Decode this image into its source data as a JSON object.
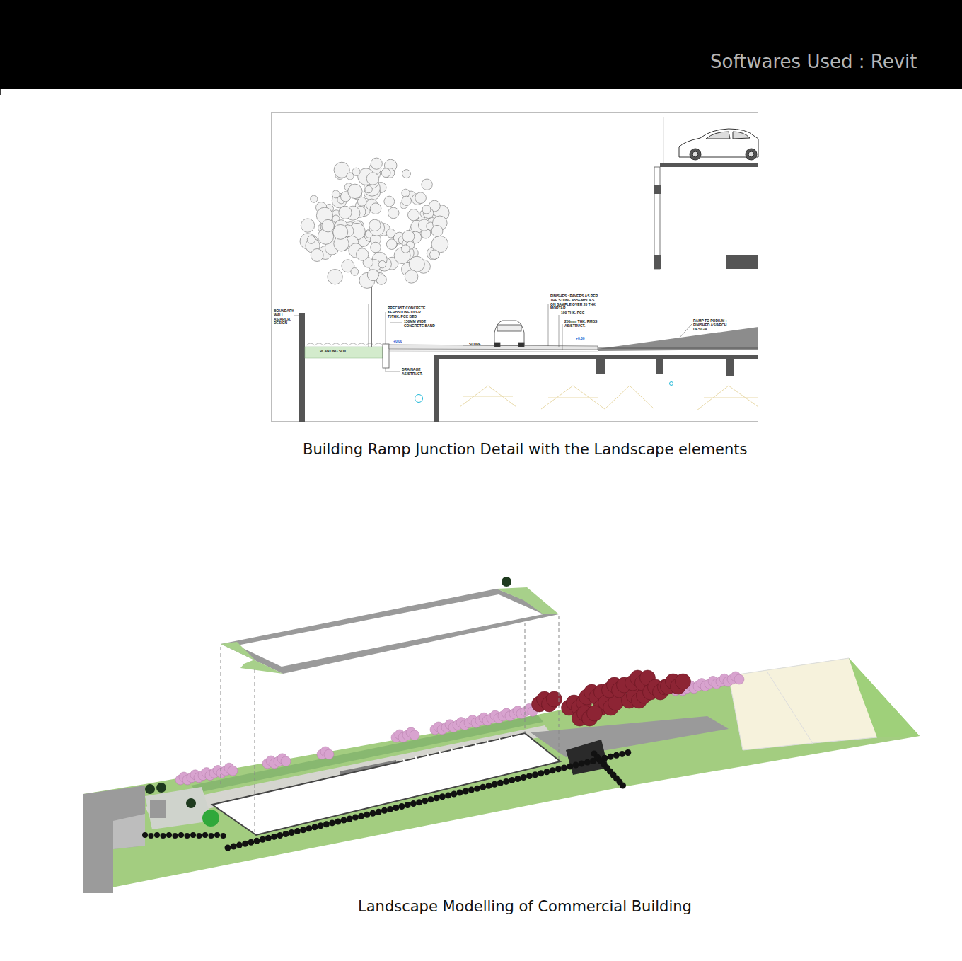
{
  "diagram": {
    "title": "Softwares Used : Revit",
    "caption": "Landscape Modelling of Commercial Building",
    "labels": [
      "Building Ramp Junction Detail with the Landscape elements",
      "BOUNDARY WALL AS/ARCH. DESIGN",
      "PLANTING SOIL",
      "PRECAST CONCRETE KERBSTONE OVER 75THK. PCC BED",
      "150MM WIDE CONCRETE BAND",
      "DRAINAGE AS/STRUCT.",
      "SLOPE",
      "+0.00",
      "+0.00",
      "FINISHES : PAVERS AS PER THE STONE ASSEMBLIES ON SAMPLE OVER 20 THK MORTAR",
      "100 THK. PCC",
      "250mm THK. RMBS AS/STRUCT.",
      "RAMP TO PODIUM : FINISHED AS/ARCH. DESIGN"
    ]
  }
}
